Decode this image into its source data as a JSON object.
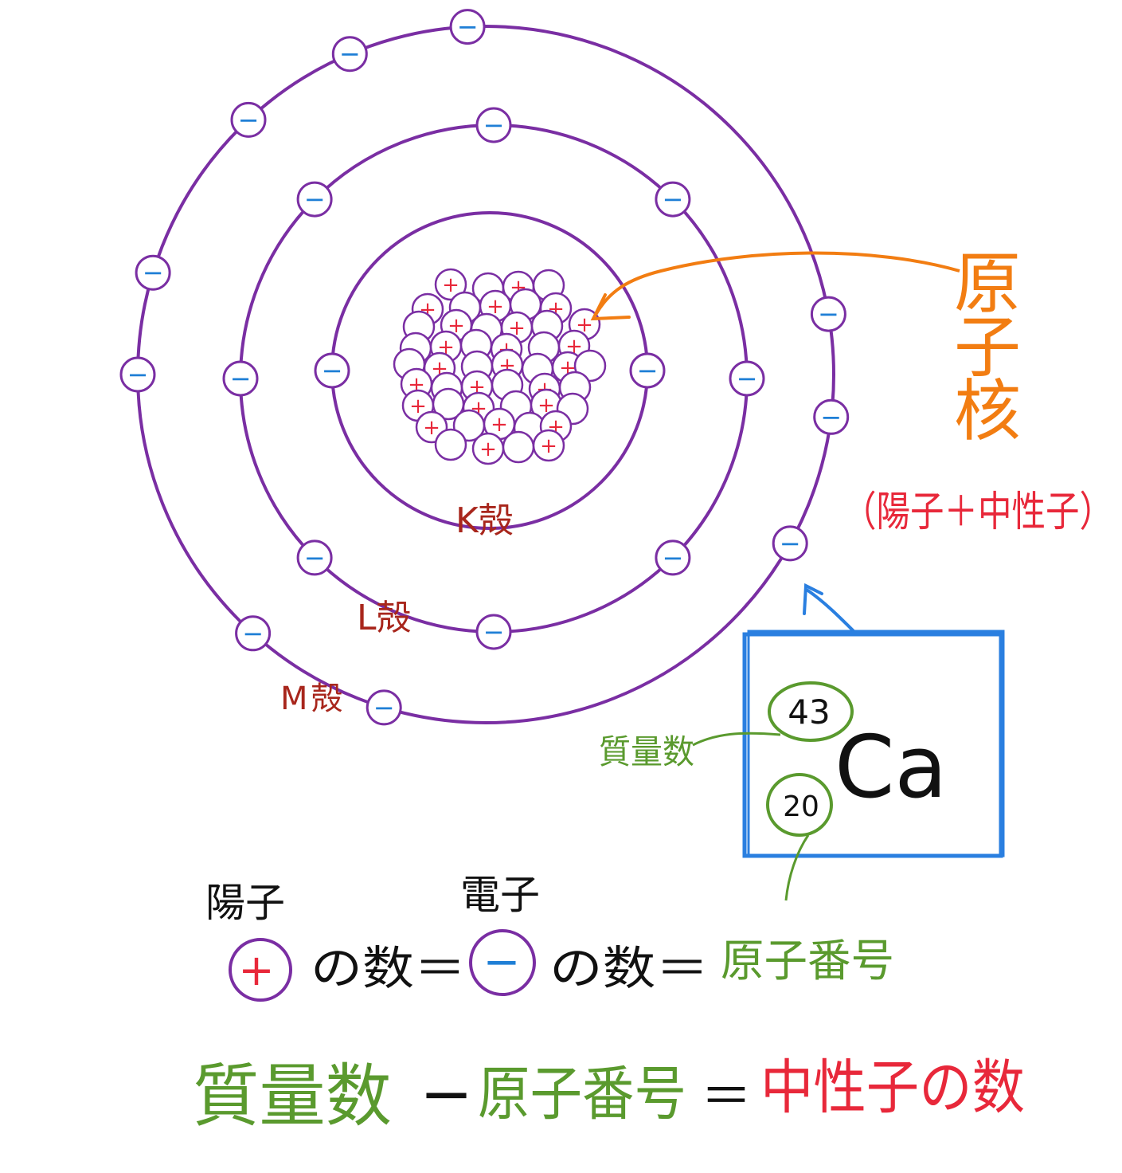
{
  "colors": {
    "orbit": "#7a2ea3",
    "electron_minus": "#1f7fd6",
    "proton_plus": "#e8283a",
    "nucleus_label": "#f27d12",
    "shell_label": "#a8261c",
    "green": "#5a9a2e",
    "blue_box": "#2a7fe0",
    "black": "#111111",
    "red": "#e8283a"
  },
  "nucleus": {
    "label": "原子核",
    "composition": "（陽子＋中性子）",
    "proton_sign": "+"
  },
  "shells": [
    {
      "name": "K殻",
      "electrons": 2
    },
    {
      "name": "L殻",
      "electrons": 8
    },
    {
      "name": "M殻",
      "electrons": 10
    }
  ],
  "electron_sign": "−",
  "element_box": {
    "mass_number": "43",
    "atomic_number": "20",
    "symbol": "Ca",
    "mass_label": "質量数",
    "number_label": "原子番号"
  },
  "formula1": {
    "proton_label": "陽子",
    "proton_sign": "+",
    "part1": "の数＝",
    "electron_label": "電子",
    "electron_sign": "−",
    "part2": "の数＝",
    "result": "原子番号"
  },
  "formula2": {
    "mass": "質量数",
    "minus": "−",
    "number": "原子番号",
    "eq": "＝",
    "result": "中性子の数"
  }
}
